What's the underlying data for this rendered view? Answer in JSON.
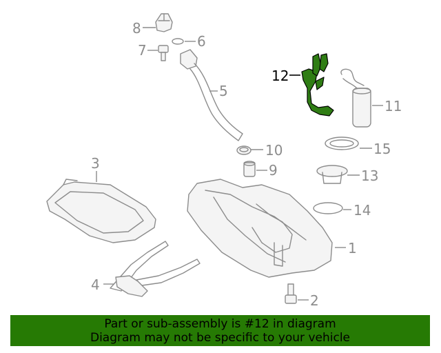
{
  "callouts": {
    "c1": "1",
    "c2": "2",
    "c3": "3",
    "c4": "4",
    "c5": "5",
    "c6": "6",
    "c7": "7",
    "c8": "8",
    "c9": "9",
    "c10": "10",
    "c11": "11",
    "c12": "12",
    "c13": "13",
    "c14": "14",
    "c15": "15"
  },
  "highlighted_part": "12",
  "colors": {
    "highlight": "#2f7d14",
    "banner": "#267a04",
    "line": "#8c8c8c"
  },
  "banner": {
    "line1": "Part or sub-assembly is #12 in diagram",
    "line2": "Diagram may not be specific to your vehicle"
  }
}
